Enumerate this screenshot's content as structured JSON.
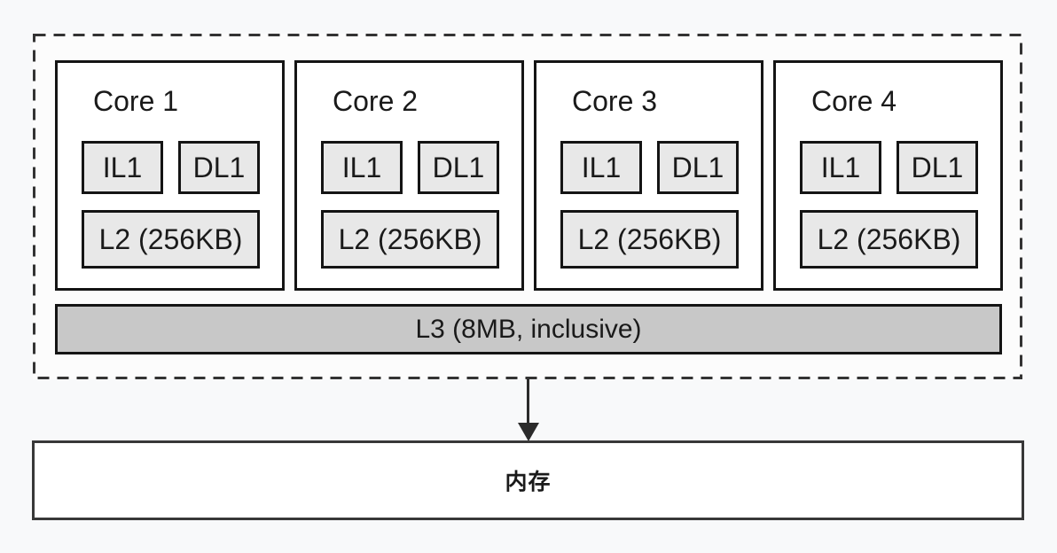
{
  "diagram": {
    "package": {
      "cores": [
        {
          "label": "Core 1",
          "caches": {
            "il1": "IL1",
            "dl1": "DL1",
            "l2": "L2 (256KB)"
          }
        },
        {
          "label": "Core 2",
          "caches": {
            "il1": "IL1",
            "dl1": "DL1",
            "l2": "L2 (256KB)"
          }
        },
        {
          "label": "Core 3",
          "caches": {
            "il1": "IL1",
            "dl1": "DL1",
            "l2": "L2 (256KB)"
          }
        },
        {
          "label": "Core 4",
          "caches": {
            "il1": "IL1",
            "dl1": "DL1",
            "l2": "L2 (256KB)"
          }
        }
      ],
      "l3": {
        "label": "L3 (8MB, inclusive)"
      }
    },
    "memory": {
      "label": "内存"
    },
    "colors": {
      "canvas_bg": "#f8f9fa",
      "package_bg": "#fcfcfc",
      "solid_border": "#141414",
      "dashed_border": "#333333",
      "cache_fill": "#e8e8e8",
      "l3_fill": "#c8c8c8",
      "core_fill": "#ffffff",
      "memory_fill": "#ffffff"
    }
  }
}
